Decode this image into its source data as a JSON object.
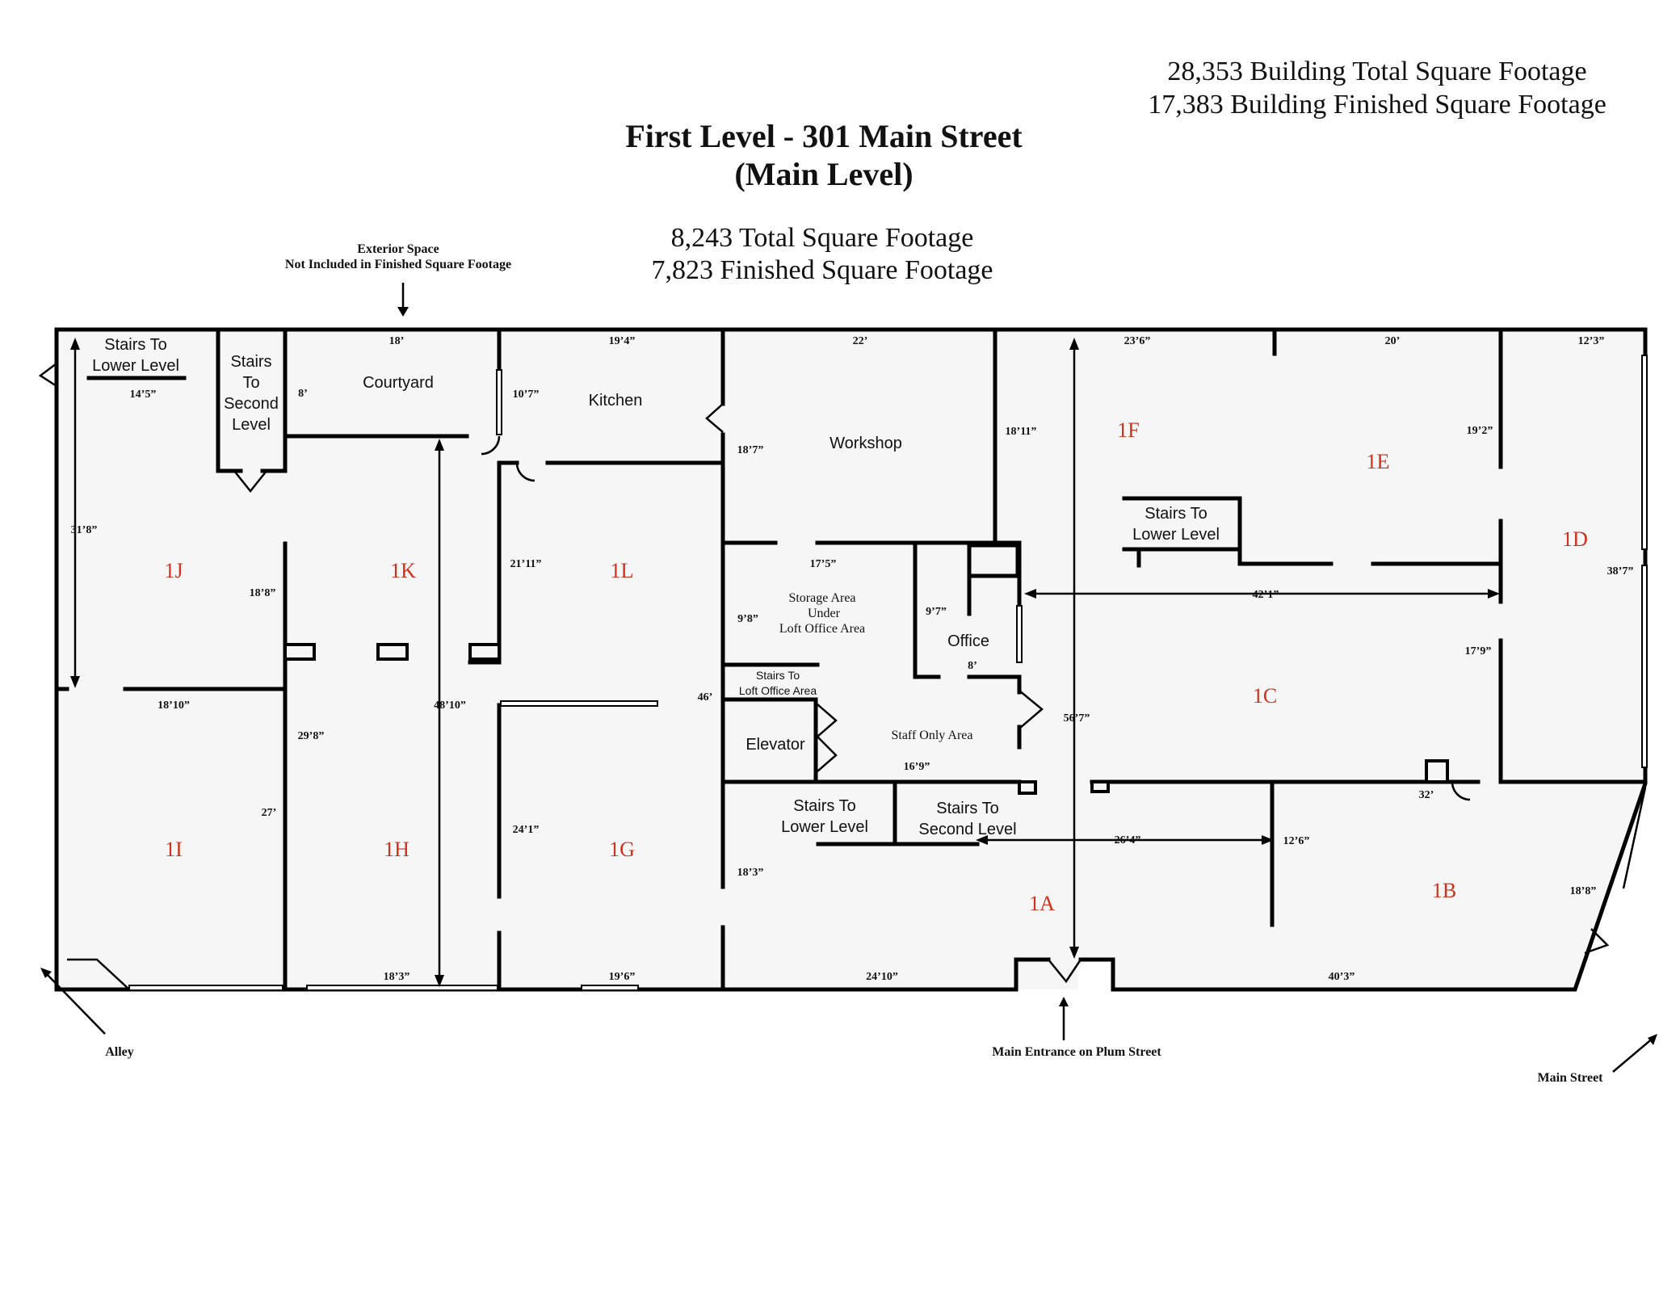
{
  "header": {
    "title_line1": "First Level - 301 Main Street",
    "title_line2": "(Main Level)",
    "level_total": "8,243 Total Square Footage",
    "level_finished": "7,823 Finished Square Footage",
    "building_total": "28,353 Building Total Square Footage",
    "building_finished": "17,383 Building Finished Square Footage"
  },
  "notes": {
    "exterior_line1": "Exterior Space",
    "exterior_line2": "Not Included in Finished Square Footage",
    "alley": "Alley",
    "main_entrance": "Main Entrance on Plum Street",
    "main_street": "Main Street"
  },
  "rooms": {
    "stairs_lower_left_1": "Stairs To",
    "stairs_lower_left_2": "Lower Level",
    "stairs_second_1": "Stairs",
    "stairs_second_2": "To",
    "stairs_second_3": "Second",
    "stairs_second_4": "Level",
    "courtyard": "Courtyard",
    "kitchen": "Kitchen",
    "workshop": "Workshop",
    "storage_1": "Storage  Area",
    "storage_2": "Under",
    "storage_3": "Loft Office Area",
    "stairs_loft_1": "Stairs To",
    "stairs_loft_2": "Loft Office Area",
    "elevator": "Elevator",
    "office": "Office",
    "staff_only": "Staff Only Area",
    "stairs_lower_mid_1": "Stairs To",
    "stairs_lower_mid_2": "Lower Level",
    "stairs_second_mid_1": "Stairs To",
    "stairs_second_mid_2": "Second Level",
    "stairs_lower_right_1": "Stairs To",
    "stairs_lower_right_2": "Lower Level"
  },
  "units": [
    "1J",
    "1K",
    "1L",
    "1I",
    "1H",
    "1G",
    "1F",
    "1E",
    "1D",
    "1C",
    "1B",
    "1A"
  ],
  "dimensions": [
    "14’5”",
    "18’",
    "8’",
    "10’7”",
    "19’4”",
    "22’",
    "18’7”",
    "18’11”",
    "23’6”",
    "20’",
    "12’3”",
    "19’2”",
    "31’8”",
    "18’8”",
    "21’11”",
    "17’5”",
    "9’8”",
    "9’7”",
    "8’",
    "42’1”",
    "38’7”",
    "17’9”",
    "18’10”",
    "29’8”",
    "48’10”",
    "46’",
    "16’9”",
    "56’7”",
    "32’",
    "27’",
    "24’1”",
    "18’3”",
    "26’4”",
    "12’6”",
    "18’8”",
    "18’3”",
    "19’6”",
    "24’10”",
    "40’3”"
  ]
}
